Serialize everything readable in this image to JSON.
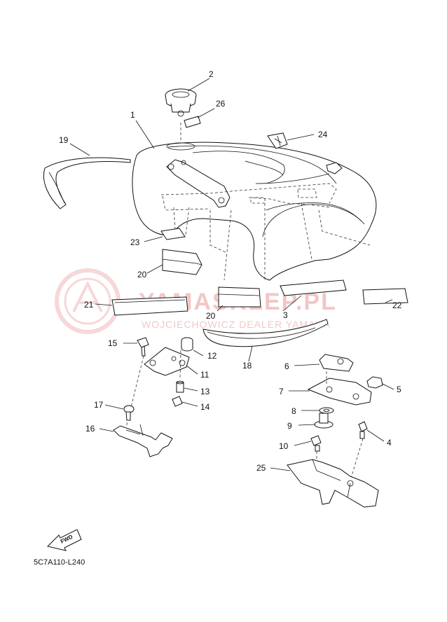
{
  "diagram": {
    "code": "5C7A110-L240",
    "fwd_label": "FWD",
    "watermark": {
      "brand": "YAMASKLEP.PL",
      "dealer": "WOJCIECHOWICZ DEALER YAMAHA"
    },
    "callouts": {
      "c1": "1",
      "c2": "2",
      "c3": "3",
      "c4": "4",
      "c5": "5",
      "c6": "6",
      "c7": "7",
      "c8": "8",
      "c9": "9",
      "c10": "10",
      "c11": "11",
      "c12": "12",
      "c13": "13",
      "c14": "14",
      "c15": "15",
      "c16": "16",
      "c17": "17",
      "c18": "18",
      "c19": "19",
      "c20a": "20",
      "c20b": "20",
      "c21": "21",
      "c22": "22",
      "c23": "23",
      "c24": "24",
      "c25": "25",
      "c26": "26"
    }
  }
}
